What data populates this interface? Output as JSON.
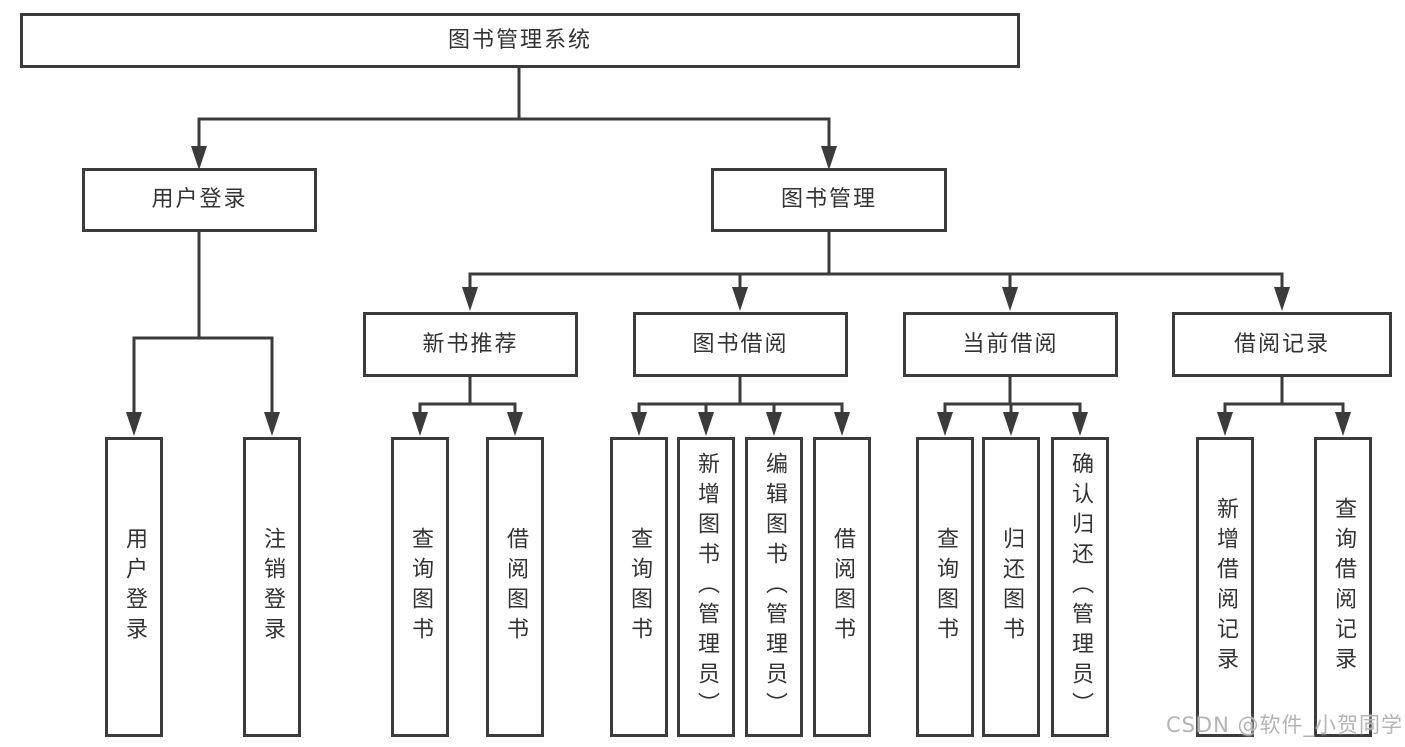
{
  "tree": {
    "label": "图书管理系统",
    "children": [
      {
        "label": "用户登录",
        "children": [
          {
            "label": "用户登录"
          },
          {
            "label": "注销登录"
          }
        ]
      },
      {
        "label": "图书管理",
        "children": [
          {
            "label": "新书推荐",
            "children": [
              {
                "label": "查询图书"
              },
              {
                "label": "借阅图书"
              }
            ]
          },
          {
            "label": "图书借阅",
            "children": [
              {
                "label": "查询图书"
              },
              {
                "label": "新增图书（管理员）"
              },
              {
                "label": "编辑图书（管理员）"
              },
              {
                "label": "借阅图书"
              }
            ]
          },
          {
            "label": "当前借阅",
            "children": [
              {
                "label": "查询图书"
              },
              {
                "label": "归还图书"
              },
              {
                "label": "确认归还（管理员）"
              }
            ]
          },
          {
            "label": "借阅记录",
            "children": [
              {
                "label": "新增借阅记录"
              },
              {
                "label": "查询借阅记录"
              }
            ]
          }
        ]
      }
    ]
  },
  "watermark": {
    "text": "CSDN @软件_小贺同学"
  },
  "colors": {
    "line": "#3b3b3b",
    "text": "#333333",
    "box_background": "#ffffff",
    "page_background": "#ffffff",
    "watermark": "#b4b4b4"
  }
}
